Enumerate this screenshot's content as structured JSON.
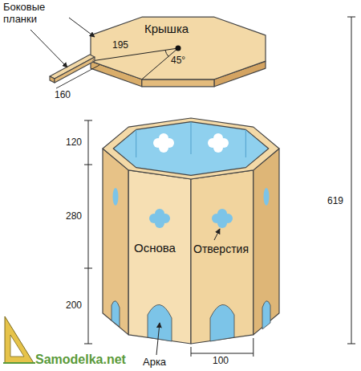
{
  "diagram": {
    "labels": [
      "Боковые планки",
      "Крышка",
      "195",
      "45°",
      "160",
      "120",
      "280",
      "200",
      "619",
      "Основа",
      "Отверстия",
      "Арка",
      "100",
      "Samodelka.net"
    ]
  }
}
